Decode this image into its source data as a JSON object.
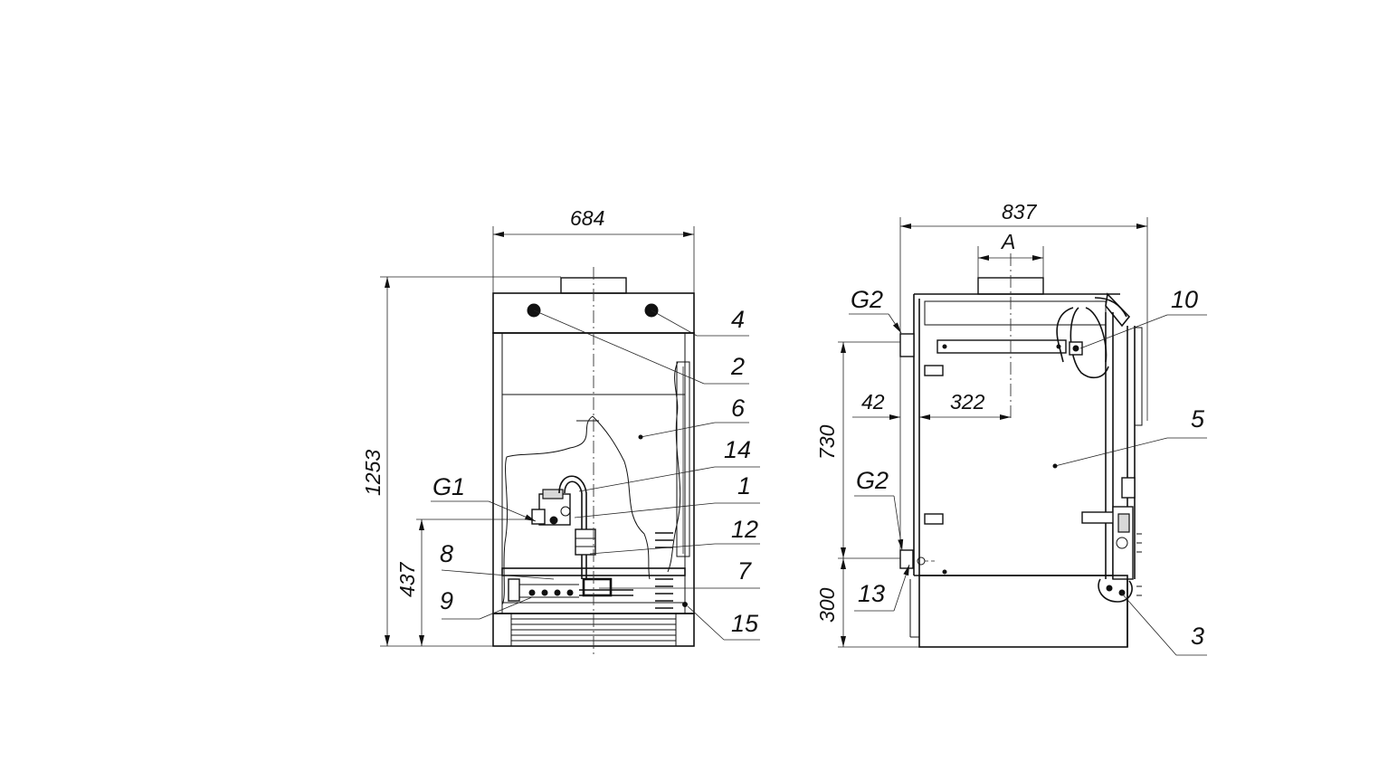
{
  "front_view": {
    "width_dim": "684",
    "height_dim": "1253",
    "g1_height_dim": "437",
    "labels": {
      "l4": "4",
      "l2": "2",
      "l6": "6",
      "l14": "14",
      "l1": "1",
      "l12": "12",
      "l7": "7",
      "l15": "15",
      "l8": "8",
      "l9": "9",
      "g1": "G1"
    }
  },
  "side_view": {
    "depth_dim": "837",
    "flue_dim": "A",
    "offset_dim": "42",
    "flue_offset_dim": "322",
    "g2_upper_dim": "730",
    "g2_lower_dim": "300",
    "labels": {
      "g2_top": "G2",
      "g2_bottom": "G2",
      "l10": "10",
      "l5": "5",
      "l13": "13",
      "l3": "3"
    }
  }
}
